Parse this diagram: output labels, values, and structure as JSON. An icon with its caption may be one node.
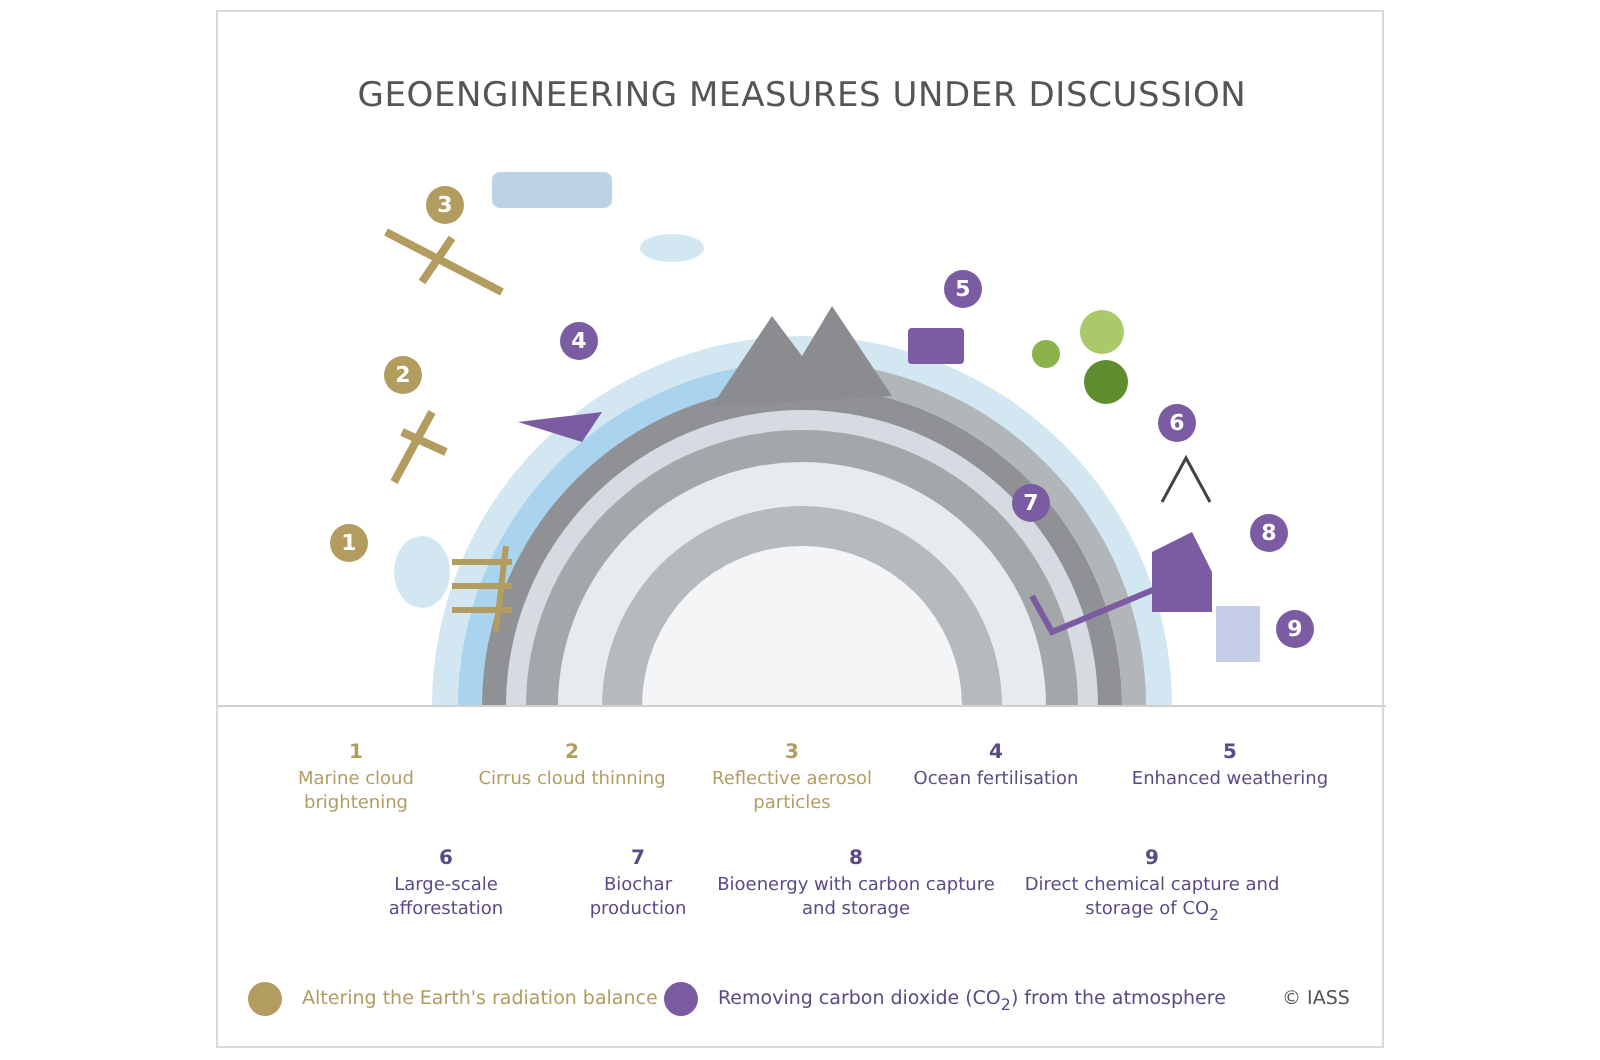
{
  "diagram": {
    "title": "GEOENGINEERING MEASURES UNDER DISCUSSION",
    "nodes": [
      {
        "text": [
          "1"
        ]
      },
      {
        "text": [
          "2"
        ]
      },
      {
        "text": [
          "3"
        ]
      },
      {
        "text": [
          "4"
        ]
      },
      {
        "text": [
          "5"
        ]
      },
      {
        "text": [
          "6"
        ]
      },
      {
        "text": [
          "7"
        ]
      },
      {
        "text": [
          "8"
        ]
      },
      {
        "text": [
          "9"
        ]
      }
    ],
    "labels": [
      "1",
      "Marine cloud brightening",
      "2",
      "Cirrus cloud thinning",
      "3",
      "Reflective aerosol particles",
      "4",
      "Ocean fertilisation",
      "5",
      "Enhanced weathering",
      "6",
      "Large-scale afforestation",
      "7",
      "Biochar production",
      "8",
      "Bioenergy with carbon capture and storage",
      "9",
      "Direct chemical capture and storage of CO$_{2}$",
      "© IASS"
    ],
    "legend": [
      {
        "text": "Altering the Earth's radiation balance",
        "color": "#b39c5f"
      },
      {
        "text": "Removing carbon dioxide (CO$_{2}$) from the atmosphere",
        "color": "#7b5ca3"
      }
    ]
  }
}
